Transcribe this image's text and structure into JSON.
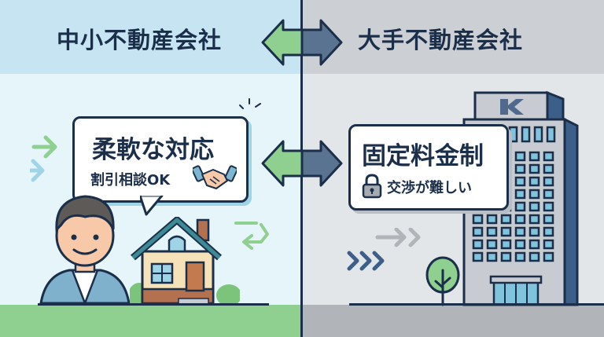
{
  "header": {
    "left_title": "中小不動産会社",
    "right_title": "大手不動産会社"
  },
  "left_panel": {
    "bubble_title": "柔軟な対応",
    "bubble_subtitle": "割引相談OK",
    "icons": [
      "arrow-right-icon",
      "handshake-icon",
      "person-icon",
      "house-icon",
      "swap-arrows-icon"
    ]
  },
  "right_panel": {
    "bubble_title": "固定料金制",
    "bubble_subtitle": "交渉が難しい",
    "building_logo": "K",
    "icons": [
      "lock-icon",
      "building-icon",
      "tree-icon",
      "chevron-arrows-icon"
    ]
  },
  "colors": {
    "navy": "#1b2f4a",
    "green": "#8fcf8f",
    "slate": "#5a7391",
    "light_blue": "#c7e4f2",
    "gray": "#ccd0d5"
  }
}
